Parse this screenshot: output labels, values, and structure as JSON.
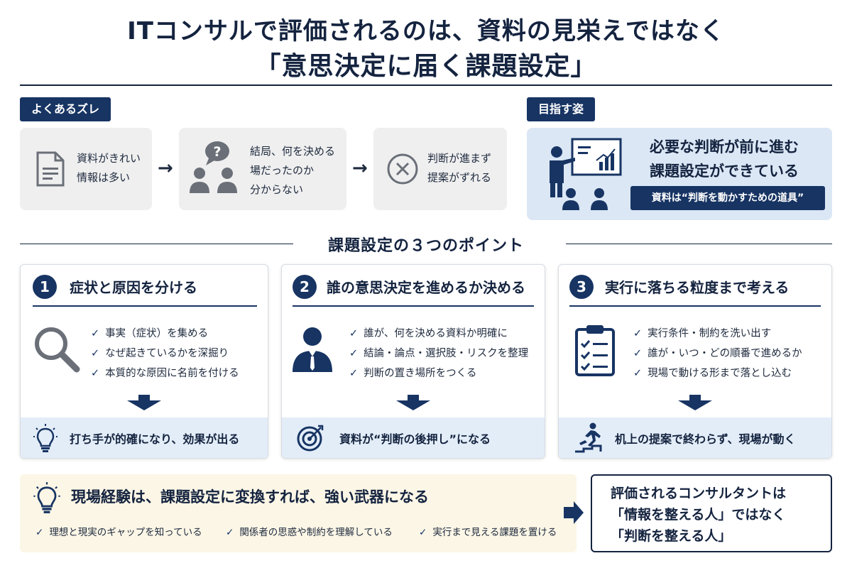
{
  "title": {
    "line1": "ITコンサルで評価されるのは、資料の見栄えではなく",
    "line2": "「意思決定に届く課題設定」"
  },
  "gap": {
    "label": "よくあるズレ",
    "steps": [
      {
        "icon": "document-icon",
        "lines": [
          "資料がきれい",
          "情報は多い"
        ]
      },
      {
        "icon": "question-people-icon",
        "lines": [
          "結局、何を決める",
          "場だったのか",
          "分からない"
        ]
      },
      {
        "icon": "cross-circle-icon",
        "lines": [
          "判断が進まず",
          "提案がずれる"
        ]
      }
    ],
    "arrow": "→"
  },
  "goal": {
    "label": "目指す姿",
    "lines": [
      "必要な判断が前に進む",
      "課題設定ができている"
    ],
    "badge": "資料は“判断を動かすための道具”"
  },
  "points": {
    "title": "課題設定の３つのポイント",
    "cards": [
      {
        "num": "1",
        "title": "症状と原因を分ける",
        "icon": "magnifier-icon",
        "items": [
          "事実（症状）を集める",
          "なぜ起きているかを深掘り",
          "本質的な原因に名前を付ける"
        ],
        "result_icon": "lightbulb-icon",
        "result": "打ち手が的確になり、効果が出る"
      },
      {
        "num": "2",
        "title": "誰の意思決定を進めるか決める",
        "icon": "businessperson-icon",
        "items": [
          "誰が、何を決める資料か明確に",
          "結論・論点・選択肢・リスクを整理",
          "判断の置き場所をつくる"
        ],
        "result_icon": "target-icon",
        "result": "資料が“判断の後押し”になる"
      },
      {
        "num": "3",
        "title": "実行に落ちる粒度まで考える",
        "icon": "checklist-icon",
        "items": [
          "実行条件・制約を洗い出す",
          "誰が・いつ・どの順番で進めるか",
          "現場で動ける形まで落とし込む"
        ],
        "result_icon": "running-stairs-icon",
        "result": "机上の提案で終わらず、現場が動く"
      }
    ],
    "check": "✓"
  },
  "experience": {
    "icon": "lightbulb-icon",
    "title": "現場経験は、課題設定に変換すれば、強い武器になる",
    "items": [
      "理想と現実のギャップを知っている",
      "関係者の思惑や制約を理解している",
      "実行まで見える課題を置ける"
    ]
  },
  "conclusion": {
    "lines": [
      "評価されるコンサルタントは",
      "「情報を整える人」ではなく",
      "「判断を整える人」"
    ]
  },
  "colors": {
    "navy": "#14233f",
    "accent": "#173463",
    "light_blue": "#dbe7f5",
    "cream": "#fcf6e6",
    "gray": "#efefef"
  }
}
